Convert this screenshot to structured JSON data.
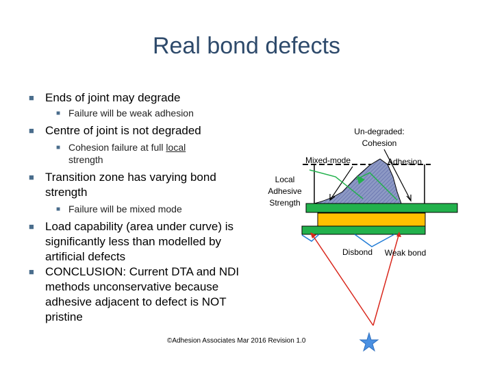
{
  "title": "Real bond defects",
  "bullets": {
    "b1": "Ends of joint may degrade",
    "b1_sub": "Failure will be weak adhesion",
    "b2": "Centre of joint is not degraded",
    "b2_sub_a": "Cohesion failure at full ",
    "b2_sub_b": "local",
    "b2_sub_c": "strength",
    "b3": "Transition zone has varying bond strength",
    "b3_sub": "Failure will be mixed mode",
    "b4": "Load capability (area under curve) is significantly less than modelled by artificial defects",
    "b5": "CONCLUSION: Current DTA and NDI methods unconservative because adhesive adjacent to defect is NOT pristine"
  },
  "diagram": {
    "undegraded_1": "Un-degraded:",
    "undegraded_2": "Cohesion",
    "mixed_mode": "Mixed-mode",
    "adhesion": "Adhesion",
    "local_1": "Local",
    "local_2": "Adhesive",
    "local_3": "Strength",
    "disbond": "Disbond",
    "weak_bond": "Weak bond"
  },
  "footer": "©Adhesion Associates Mar 2016 Revision 1.0",
  "colors": {
    "title": "#2e4a6b",
    "adherend": "#22b14c",
    "adhesive": "#ffc000",
    "curve_fill": "#8d99c4",
    "arrow": "#d9271c",
    "weak_line": "#1f7bd6",
    "star": "#4a90e2"
  }
}
